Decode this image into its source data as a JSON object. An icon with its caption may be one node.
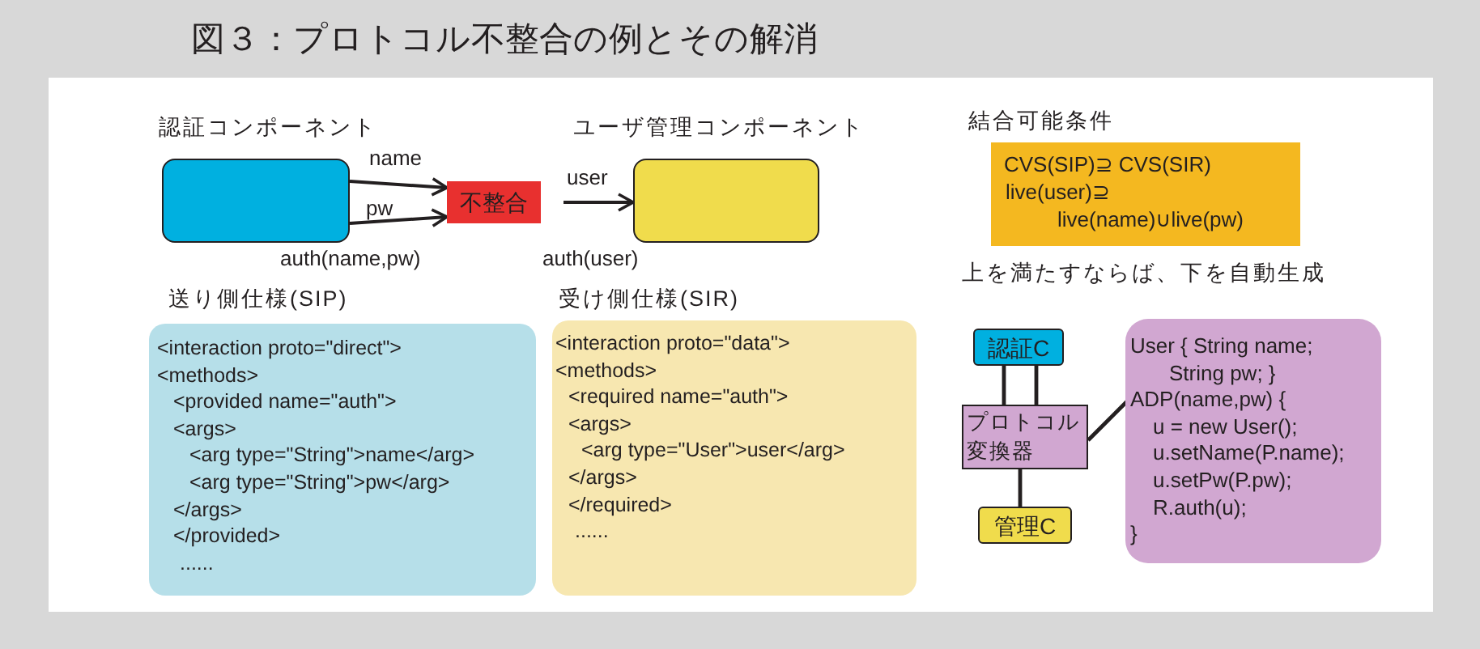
{
  "diagram": {
    "title": "図３：プロトコル不整合の例とその解消",
    "nodes": [
      {
        "text": [
          "認証コンポーネント"
        ],
        "beside": [
          "auth(name,pw)"
        ]
      },
      {
        "text": [
          "不整合"
        ]
      },
      {
        "text": [
          "ユーザ管理コンポーネント"
        ],
        "beside": [
          "auth(user)"
        ]
      },
      {
        "text": [
          "結合可能条件",
          "CVS(SIP)⊇ CVS(SIR)",
          "live(user)⊇",
          "live(name)∪live(pw)"
        ]
      },
      {
        "text": [
          "<interaction proto=\"direct\">",
          "<methods>",
          "<provided name=\"auth\">",
          "<args>",
          "<arg type=\"String\">name</arg>",
          "<arg type=\"String\">pw</arg>",
          "</args>",
          "</provided>",
          "......"
        ]
      },
      {
        "text": [
          "<interaction proto=\"data\">",
          "<methods>",
          "<required name=\"auth\">",
          "<args>",
          "<arg type=\"User\">user</arg>",
          "</args>",
          "</required>",
          "......"
        ]
      },
      {
        "text": [
          "認証C"
        ]
      },
      {
        "text": [
          "プロトコル変換器"
        ]
      },
      {
        "text": [
          "管理C"
        ]
      },
      {
        "text": [
          "User { String name;",
          "String pw; }",
          "ADP(name,pw) {",
          "u = new User();",
          "u.setName(P.name);",
          "u.setPw(P.pw);",
          "R.auth(u);",
          "}"
        ]
      }
    ],
    "edges": [
      {
        "from": 0,
        "to": 1,
        "arrow": "to",
        "label": "name"
      },
      {
        "from": 0,
        "to": 1,
        "arrow": "to",
        "label": "pw"
      },
      {
        "from": null,
        "to": 2,
        "arrow": "to",
        "label": "user"
      },
      {
        "from": 6,
        "to": 7,
        "arrow": "none"
      },
      {
        "from": 6,
        "to": 7,
        "arrow": "none"
      },
      {
        "from": 7,
        "to": 8,
        "arrow": "none"
      },
      {
        "from": 7,
        "to": 9,
        "arrow": "none"
      }
    ],
    "labels": [
      "送り側仕様(SIP)",
      "受け側仕様(SIR)",
      "上を満たすならば、下を自動生成"
    ]
  }
}
